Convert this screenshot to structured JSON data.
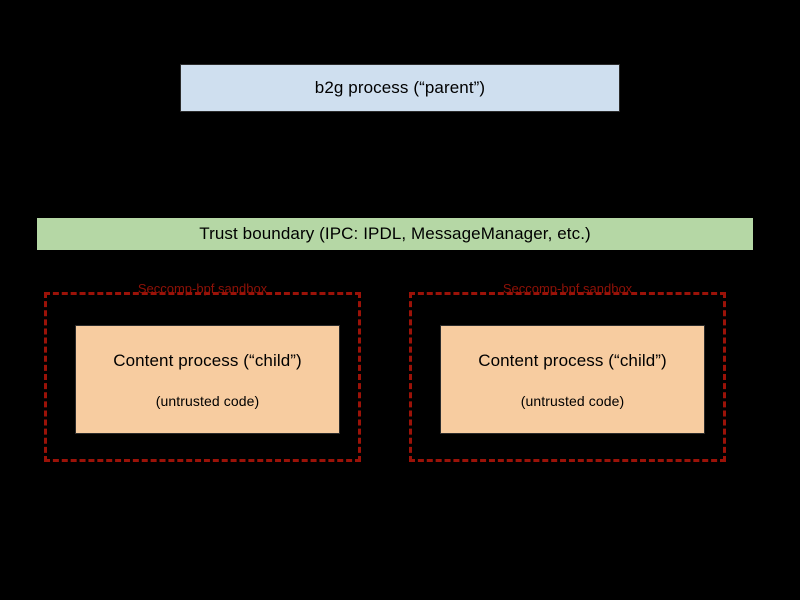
{
  "diagram": {
    "background_color": "#000000",
    "parent": {
      "label": "b2g process (“parent”)",
      "fill_color": "#cfdfef",
      "border_color": "#2b2b2b"
    },
    "trust_boundary": {
      "label": "Trust boundary (IPC: IPDL, MessageManager, etc.)",
      "fill_color": "#b5d7a5"
    },
    "sandboxes": [
      {
        "label": "Seccomp-bpf sandbox",
        "border_color": "#9b1208",
        "label_color": "#8f1107",
        "content": {
          "title": "Content process (“child”)",
          "subtitle": "(untrusted code)",
          "fill_color": "#f7cca0",
          "border_color": "#2b2b2b"
        }
      },
      {
        "label": "Seccomp-bpf sandbox",
        "border_color": "#9b1208",
        "label_color": "#8f1107",
        "content": {
          "title": "Content process (“child”)",
          "subtitle": "(untrusted code)",
          "fill_color": "#f7cca0",
          "border_color": "#2b2b2b"
        }
      }
    ]
  }
}
